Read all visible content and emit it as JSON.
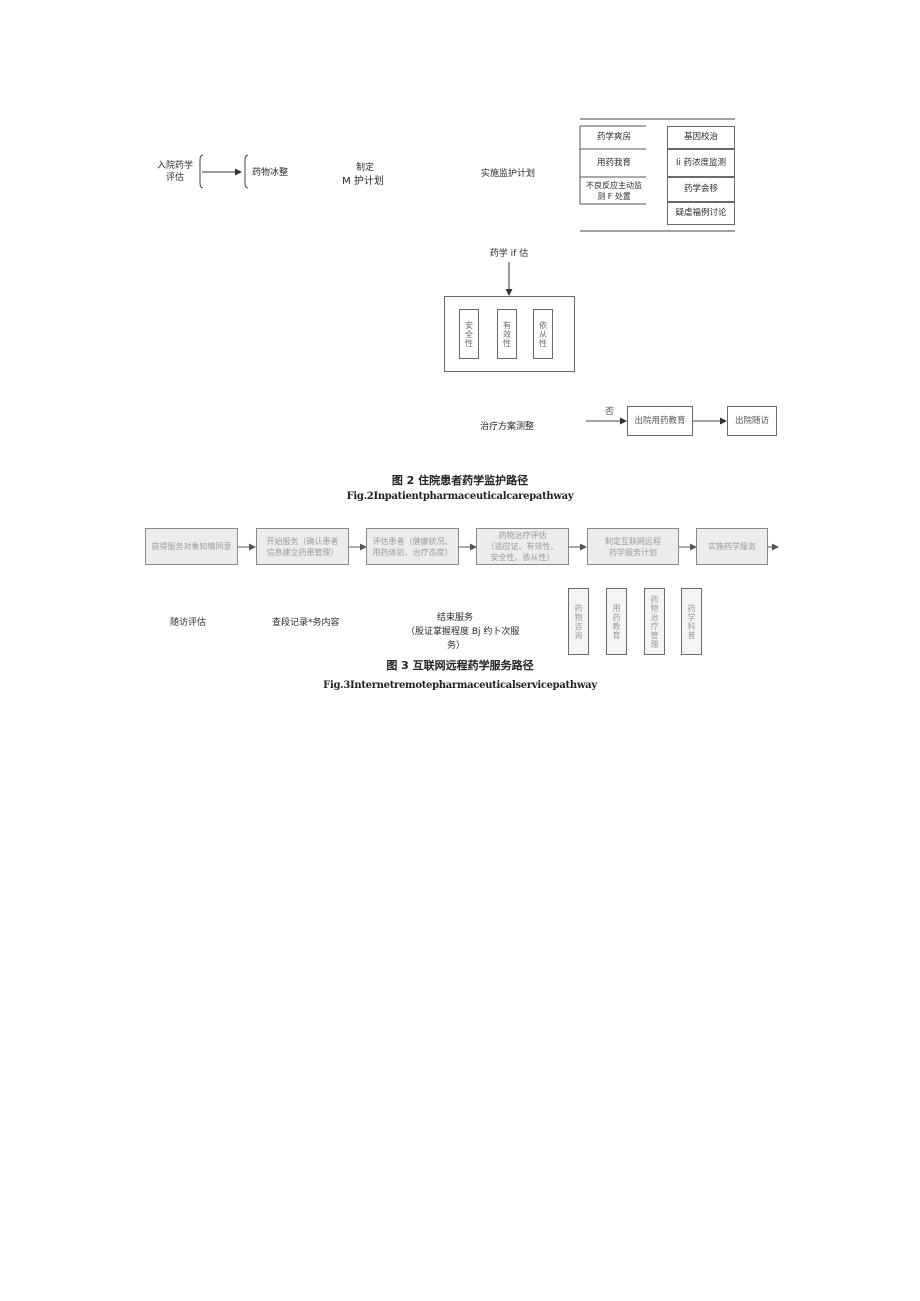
{
  "fig2": {
    "admission_assessment": "入院药学\n评估",
    "drug_reconciliation": "药物冰整",
    "make_plan_1": "制定",
    "make_plan_2": "M 护计划",
    "implement_plan": "实施监护计划",
    "right_left_items": [
      "药学爽房",
      "用药我育",
      "不良反应主动监\n测 F 处置"
    ],
    "right_right_items": [
      "基因校治",
      "Ii 药浓度监测",
      "药学会移",
      "疑虐福例讨论"
    ],
    "pharm_assessment": "药学 if 估",
    "assessment_items": [
      "安全性",
      "有效性",
      "依从性"
    ],
    "adjust_plan": "治疗方案测整",
    "no_label": "否",
    "discharge_education": "出院用药教育",
    "discharge_followup": "出院随访",
    "caption_cn": "图 2 住院患者药学监护路径",
    "caption_en": "Fig.2Inpatientpharmaceuticalcarepathway"
  },
  "fig3": {
    "steps": [
      "获得服务对象知情同意",
      "开始服务（确认患者\n信息建立药患管理）",
      "评估患者（健康状况、\n用药体验、治疗态度）",
      "药物治疗评估\n（适应证、有效性、\n安全性、依从性）",
      "制定互联网远程\n药学服务计划",
      "实施药学服务"
    ],
    "followup_assessment": "随访评估",
    "record_content": "查段记录*务内容",
    "end_service_1": "结束服务",
    "end_service_2": "（股证掌握程度 Bj 约卜次服",
    "end_service_3": "务）",
    "service_items": [
      "药物咨询",
      "用药教育",
      "药物治疗管理",
      "药学科普"
    ],
    "caption_cn": "图 3 互联网远程药学服务路径",
    "caption_en": "Fig.3Internetremotepharmaceuticalservicepathway"
  }
}
